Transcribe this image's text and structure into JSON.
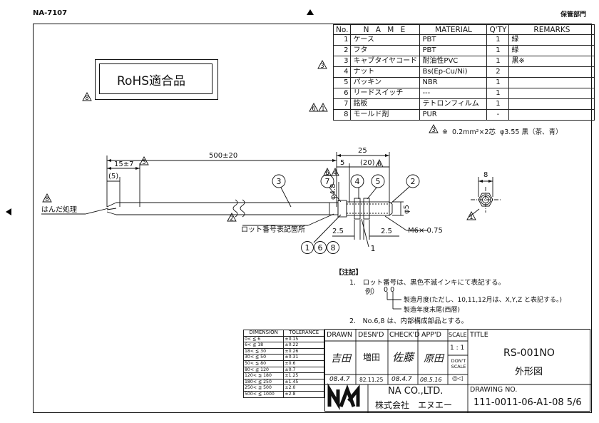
{
  "header": {
    "doc_id": "NA-7107",
    "storage": "保管部門"
  },
  "rohs": {
    "label": "RoHS適合品"
  },
  "parts_table": {
    "headers": [
      "No.",
      "N A M E",
      "MATERIAL",
      "Q'TY",
      "REMARKS"
    ],
    "rows": [
      {
        "no": "1",
        "name": "ケース",
        "material": "PBT",
        "qty": "1",
        "remarks": "緑"
      },
      {
        "no": "2",
        "name": "フタ",
        "material": "PBT",
        "qty": "1",
        "remarks": "緑"
      },
      {
        "no": "3",
        "name": "キャブタイヤコード",
        "material": "耐油性PVC",
        "qty": "1",
        "remarks": "黒※"
      },
      {
        "no": "4",
        "name": "ナット",
        "material": "Bs(Ep-Cu/Ni)",
        "qty": "2",
        "remarks": ""
      },
      {
        "no": "5",
        "name": "パッキン",
        "material": "NBR",
        "qty": "1",
        "remarks": ""
      },
      {
        "no": "6",
        "name": "リードスイッチ",
        "material": "---",
        "qty": "1",
        "remarks": ""
      },
      {
        "no": "7",
        "name": "銘板",
        "material": "テトロンフィルム",
        "qty": "1",
        "remarks": ""
      },
      {
        "no": "8",
        "name": "モールド剤",
        "material": "PUR",
        "qty": "-",
        "remarks": ""
      }
    ],
    "row_marks": {
      "row3": "3",
      "row7a": "6",
      "row7b": "1"
    }
  },
  "cable_note": {
    "mark": "3",
    "prefix": "※",
    "spec": "0.2mm²×2芯",
    "dia": "φ3.55",
    "color": "黒（茶、青）"
  },
  "drawing": {
    "dim_500": "500±20",
    "dim_15": "15±7",
    "dim_5_paren": "(5)",
    "dim_25": "25",
    "dim_5": "5",
    "dim_20": "(20)",
    "dim_phi48": "φ4.8",
    "dim_phi5": "φ5",
    "dim_25a": "2.5",
    "dim_25b": "2.5",
    "thread": "M6× 0.75",
    "dim_8": "8",
    "label_solder": "はんだ処理",
    "label_lot": "ロット番号表記箇所",
    "balloon_3": "3",
    "balloon_7": "7",
    "balloon_4": "4",
    "balloon_5": "5",
    "balloon_2": "2",
    "balloon_1": "1",
    "balloon_6": "6",
    "balloon_8": "8",
    "leader_1": "1",
    "rev_8": "8",
    "rev_5": "5",
    "rev_6": "6",
    "rev_4": "4",
    "rev_3": "3",
    "rev_2": "2",
    "rev_6b": "6",
    "rev_1": "1"
  },
  "notes": {
    "title": "【注記】",
    "line1": "1.　ロット番号は、黒色不滅インキにて表記する。",
    "example": "例）",
    "example_code": "0 0",
    "month": "製造月度(ただし、10,11,12月は、X,Y,Z と表記する。)",
    "year": "製造年度末尾(西暦)",
    "line2": "2.　No.6,8 は、内部構成部品とする。"
  },
  "tolerance_table": {
    "headers": [
      "DIMENSION",
      "TOLERANCE"
    ],
    "rows": [
      [
        "0<  ≦   6",
        "±0.15"
      ],
      [
        "6<  ≦  18",
        "±0.22"
      ],
      [
        "18<  ≦  30",
        "±0.26"
      ],
      [
        "30<  ≦  50",
        "±0.31"
      ],
      [
        "50<  ≦  80",
        "±0.6"
      ],
      [
        "80<  ≦ 120",
        "±0.7"
      ],
      [
        "120<  ≦ 180",
        "±1.25"
      ],
      [
        "180<  ≦ 250",
        "±1.45"
      ],
      [
        "250<  ≦ 500",
        "±2.0"
      ],
      [
        "500<  ≦ 1000",
        "±2.8"
      ]
    ]
  },
  "title_block": {
    "drawn_label": "DRAWN",
    "desnd_label": "DESN'D",
    "check_label": "CHECK'D",
    "appd_label": "APP'D",
    "scale_label": "SCALE",
    "title_label": "TITLE",
    "drawn_sign": "吉田",
    "desnd_sign": "増田",
    "check_sign": "佐藤",
    "appd_sign": "原田",
    "drawn_date": "08.4.7",
    "desnd_date": "82.11.25",
    "check_date": "08.4.7",
    "appd_date": "08.5.16",
    "scale_value": "1 : 1",
    "dont_scale": "DON'T SCALE",
    "title_1": "RS-001NO",
    "title_2": "外形図",
    "company_en": "NA CO.,LTD.",
    "company_jp": "株式会社　エヌエー",
    "drawing_no_label": "DRAWING NO.",
    "drawing_no": "111-0011-06-A1-08 5/6"
  }
}
